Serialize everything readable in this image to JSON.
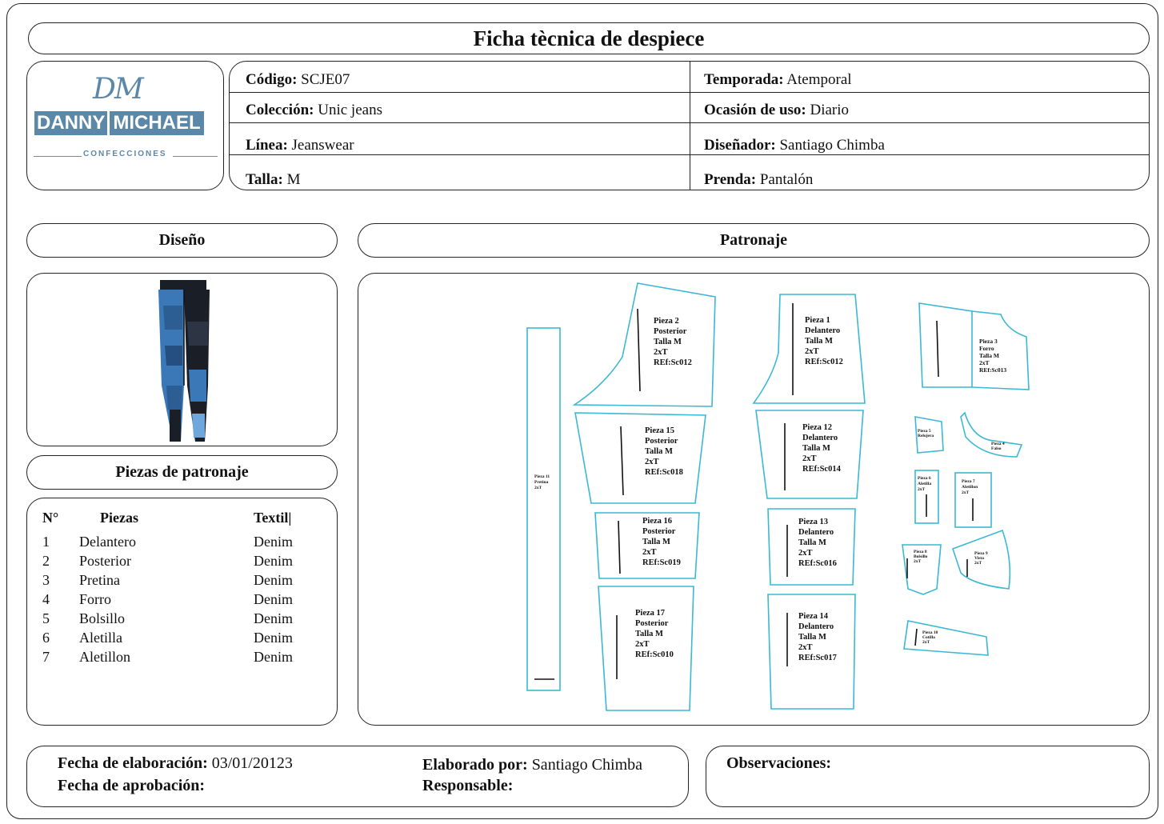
{
  "title": "Ficha tècnica de despiece",
  "logo": {
    "monogram": "DM",
    "brand_left": "DANNY",
    "brand_right": "MICHAEL",
    "tagline": "CONFECCIONES"
  },
  "info": {
    "codigo_label": "Código:",
    "codigo_value": " SCJE07",
    "coleccion_label": "Colección:",
    "coleccion_value": " Unic jeans",
    "linea_label": "Línea:",
    "linea_value": " Jeanswear",
    "talla_label": "Talla:",
    "talla_value": " M",
    "temporada_label": "Temporada:",
    "temporada_value": " Atemporal",
    "ocasion_label": "Ocasión de uso:",
    "ocasion_value": " Diario",
    "disenador_label": "Diseñador:",
    "disenador_value": " Santiago Chimba",
    "prenda_label": "Prenda:",
    "prenda_value": " Pantalón"
  },
  "sections": {
    "diseno": "Diseño",
    "patronaje": "Patronaje",
    "piezas": "Piezas de patronaje"
  },
  "piezas_table": {
    "headers": [
      "N°",
      "Piezas",
      "Textil|"
    ],
    "rows": [
      [
        "1",
        "Delantero",
        "Denim"
      ],
      [
        "2",
        "Posterior",
        "Denim"
      ],
      [
        "3",
        "Pretina",
        "Denim"
      ],
      [
        "4",
        "Forro",
        "Denim"
      ],
      [
        "5",
        "Bolsillo",
        "Denim"
      ],
      [
        "6",
        "Aletilla",
        "Denim"
      ],
      [
        "7",
        "Aletillon",
        "Denim"
      ]
    ]
  },
  "pattern_labels": {
    "p2": [
      "Pieza 2",
      "Posterior",
      "Talla M",
      "2xT",
      "REf:Sc012"
    ],
    "p1": [
      "Pieza 1",
      "Delantero",
      "Talla M",
      "2xT",
      "REf:Sc012"
    ],
    "p3": [
      "Pieza 3",
      "Forro",
      "Talla M",
      "2xT",
      "REf:Sc013"
    ],
    "p11": [
      "Pieza 11",
      "Pretina",
      "2xT"
    ],
    "p15": [
      "Pieza 15",
      "Posterior",
      "Talla M",
      "2xT",
      "REf:Sc018"
    ],
    "p12": [
      "Pieza 12",
      "Delantero",
      "Talla M",
      "2xT",
      "REf:Sc014"
    ],
    "p5": [
      "Pieza 5",
      "Relojera"
    ],
    "p4": [
      "Pieza 4",
      "Falso"
    ],
    "p6": [
      "Pieza 6",
      "Aletilla",
      "2xT"
    ],
    "p7": [
      "Pieza 7",
      "Aletillon",
      "2xT"
    ],
    "p16": [
      "Pieza 16",
      "Posterior",
      "Talla M",
      "2xT",
      "REf:Sc019"
    ],
    "p13": [
      "Pieza 13",
      "Delantero",
      "Talla M",
      "2xT",
      "REf:Sc016"
    ],
    "p8": [
      "Pieza 8",
      "Bolsillo",
      "2xT"
    ],
    "p9": [
      "Pieza 9",
      "Vista",
      "2xT"
    ],
    "p17": [
      "Pieza 17",
      "Posterior",
      "Talla M",
      "2xT",
      "REf:Sc010"
    ],
    "p14": [
      "Pieza 14",
      "Delantero",
      "Talla M",
      "2xT",
      "REf:Sc017"
    ],
    "p10": [
      "Pieza 10",
      "Cotilla",
      "2xT"
    ]
  },
  "footer": {
    "fecha_elab_label": "Fecha de elaboración:",
    "fecha_elab_value": " 03/01/20123",
    "fecha_aprob_label": "Fecha de aprobación:",
    "elaborado_label": "Elaborado por:",
    "elaborado_value": " Santiago Chimba",
    "responsable_label": "Responsable:",
    "observaciones_label": "Observaciones:"
  },
  "colors": {
    "pattern_outline": "#3bb8d3",
    "brand_blue": "#5b87a8",
    "denim_light": "#3a78b8",
    "denim_dark": "#1a1e26"
  }
}
